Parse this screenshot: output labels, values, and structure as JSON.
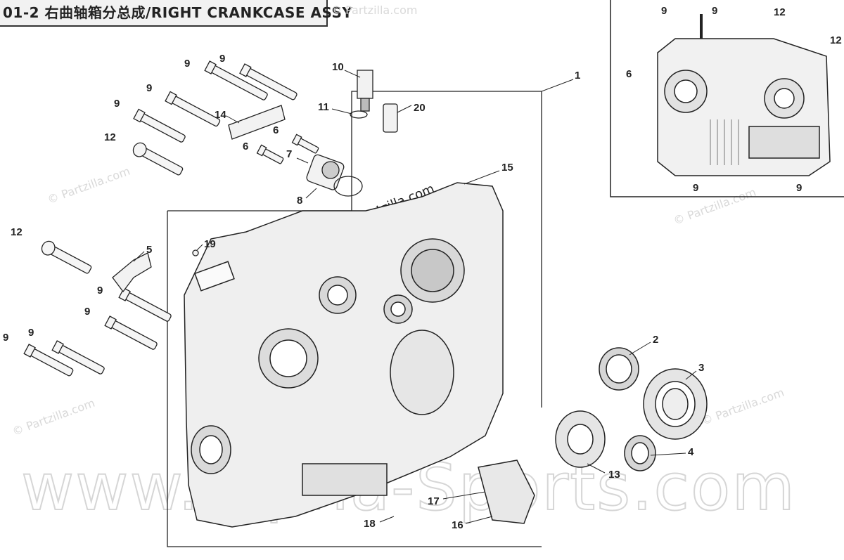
{
  "title": "01-2 右曲轴箱分总成/RIGHT CRANKCASE ASSY",
  "watermarks": {
    "partzilla": "© Partzilla.com",
    "alpha": "www.Alpha-Sports.com"
  },
  "callouts": {
    "c1": "1",
    "c2": "2",
    "c3": "3",
    "c4": "4",
    "c5": "5",
    "c6a": "6",
    "c6b": "6",
    "c6c": "6",
    "c7": "7",
    "c8": "8",
    "c9a": "9",
    "c9b": "9",
    "c9c": "9",
    "c9d": "9",
    "c9e": "9",
    "c9f": "9",
    "c9g": "9",
    "c9h": "9",
    "c9i": "9",
    "c9j": "9",
    "c9k": "9",
    "c9l": "9",
    "c10": "10",
    "c11": "11",
    "c12a": "12",
    "c12b": "12",
    "c12c": "12",
    "c12d": "12",
    "c13": "13",
    "c14": "14",
    "c15": "15",
    "c16": "16",
    "c17": "17",
    "c18": "18",
    "c19": "19",
    "c20": "20"
  },
  "colors": {
    "line": "#222222",
    "fill": "#ececec",
    "shade": "#bdbdbd"
  }
}
